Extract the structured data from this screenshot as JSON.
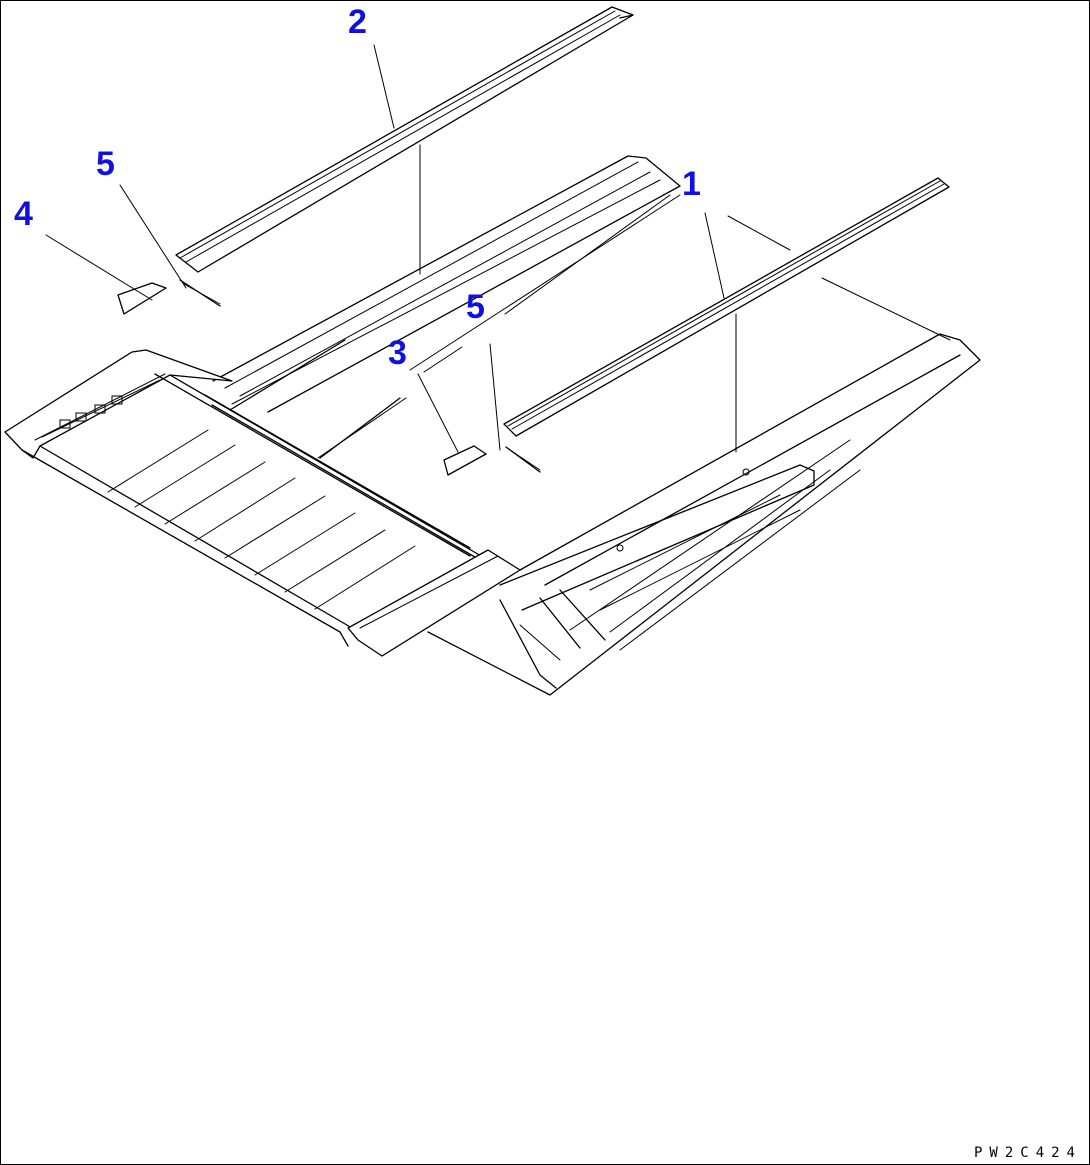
{
  "diagram": {
    "accent_color": "#1010e0",
    "line_color": "#000000",
    "callouts": [
      {
        "id": "c1",
        "text": "1"
      },
      {
        "id": "c2",
        "text": "2"
      },
      {
        "id": "c3",
        "text": "3"
      },
      {
        "id": "c4",
        "text": "4"
      },
      {
        "id": "c5a",
        "text": "5"
      },
      {
        "id": "c5b",
        "text": "5"
      }
    ],
    "drawing_code": "PW2C424"
  }
}
